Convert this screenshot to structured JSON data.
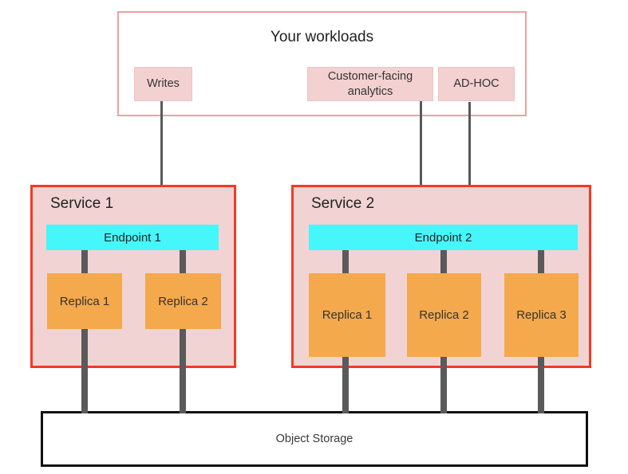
{
  "diagram": {
    "workloads": {
      "title": "Your workloads",
      "items": [
        {
          "label": "Writes"
        },
        {
          "label": "Customer-facing analytics"
        },
        {
          "label": "AD-HOC"
        }
      ]
    },
    "services": [
      {
        "name": "Service 1",
        "endpoint": "Endpoint 1",
        "replicas": [
          "Replica 1",
          "Replica 2"
        ]
      },
      {
        "name": "Service 2",
        "endpoint": "Endpoint 2",
        "replicas": [
          "Replica 1",
          "Replica 2",
          "Replica 3"
        ]
      }
    ],
    "storage": {
      "label": "Object Storage"
    },
    "colors": {
      "workloads_border": "#e9a2a2",
      "chip_fill": "#f3d1d1",
      "service_border": "#f33a22",
      "service_fill": "#f2d3d3",
      "endpoint_fill": "#45f6fa",
      "replica_fill": "#f4a94c",
      "connector_gray": "#5a5a5a",
      "arrow_gray": "#595959",
      "storage_border": "#111111"
    }
  }
}
